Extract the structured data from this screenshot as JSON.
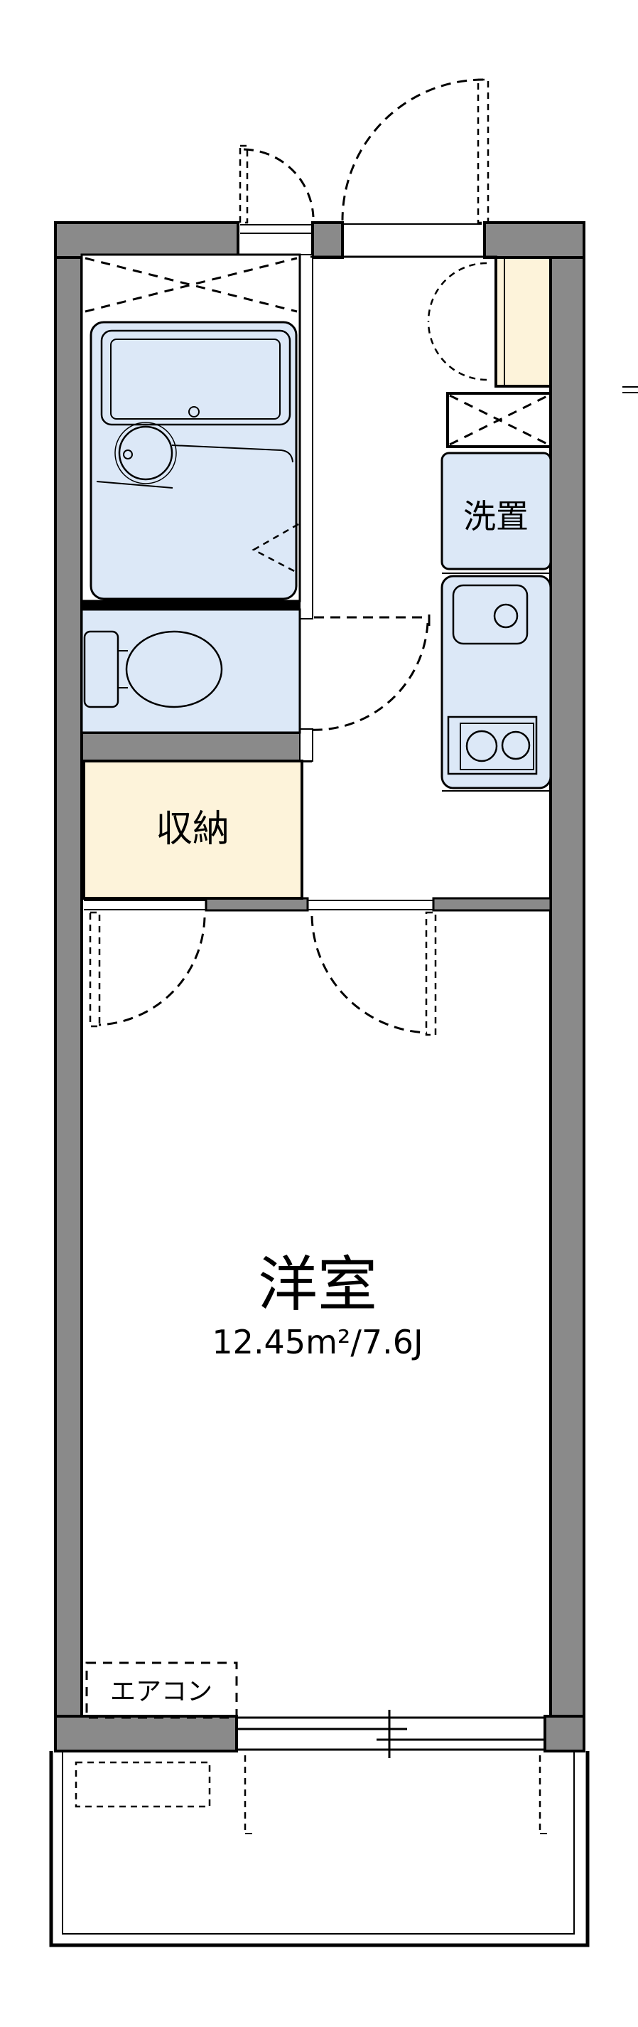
{
  "plan": {
    "type": "japanese-apartment-floor-plan",
    "labels": {
      "room": "洋室",
      "room_area": "12.45m²/7.6J",
      "storage": "収納",
      "laundry": "洗置",
      "aircon": "エアコン"
    },
    "colors": {
      "wall": "#8a8a8a",
      "fixture": "#dce8f7",
      "storage_fill": "#fdf3da",
      "line": "#000000",
      "background": "#ffffff"
    }
  }
}
